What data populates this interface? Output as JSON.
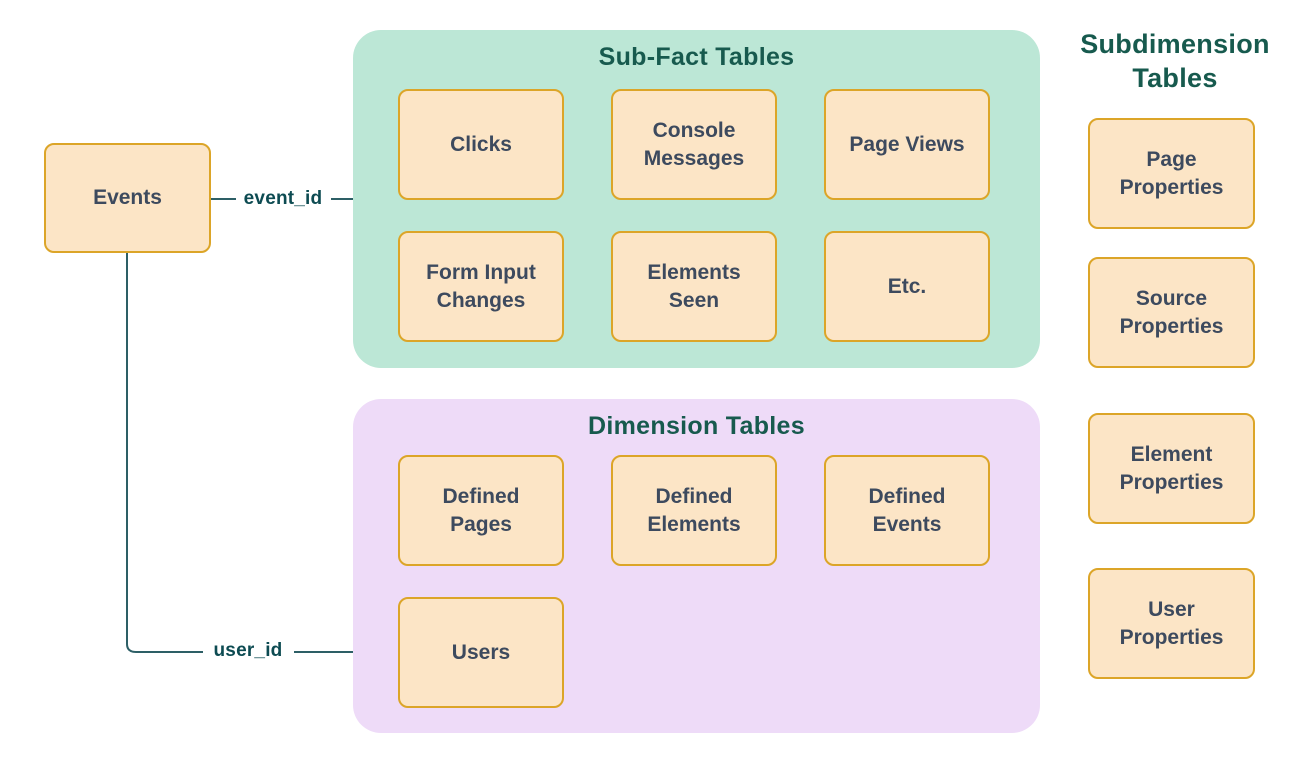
{
  "colors": {
    "mint_panel": "#BCE7D6",
    "lavender_panel": "#EEDBF8",
    "box_fill": "#FCE5C6",
    "box_border": "#DCA528",
    "heading_teal": "#175A4E",
    "label_slate": "#3D4A5E",
    "connector": "#2D5F66",
    "connector_text": "#0D4B52"
  },
  "diagram": {
    "events": {
      "label": "Events"
    },
    "connectors": {
      "event_id": "event_id",
      "user_id": "user_id"
    },
    "subfact": {
      "title": "Sub-Fact Tables",
      "boxes": [
        {
          "label": "Clicks"
        },
        {
          "label": "Console Messages"
        },
        {
          "label": "Page Views"
        },
        {
          "label": "Form Input Changes"
        },
        {
          "label": "Elements Seen"
        },
        {
          "label": "Etc."
        }
      ]
    },
    "dimension": {
      "title": "Dimension Tables",
      "boxes": [
        {
          "label": "Defined Pages"
        },
        {
          "label": "Defined Elements"
        },
        {
          "label": "Defined Events"
        },
        {
          "label": "Users"
        }
      ]
    },
    "subdimension": {
      "title": "Subdimension Tables",
      "boxes": [
        {
          "label": "Page Properties"
        },
        {
          "label": "Source Properties"
        },
        {
          "label": "Element Properties"
        },
        {
          "label": "User Properties"
        }
      ]
    }
  }
}
